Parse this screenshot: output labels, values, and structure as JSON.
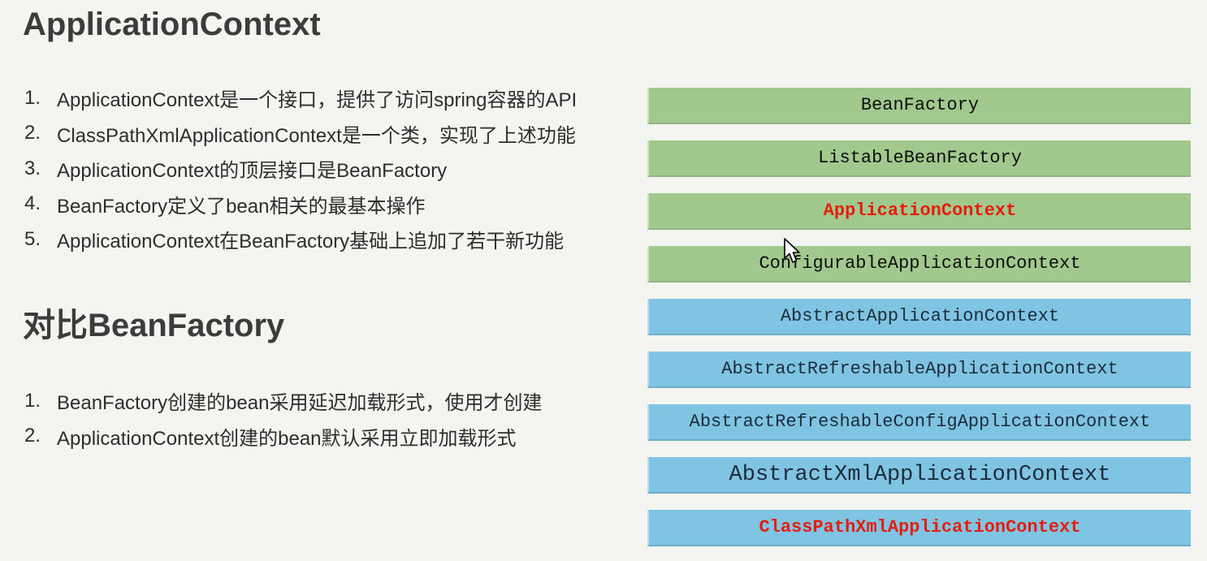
{
  "page": {
    "bg_color": "#f4f5f0"
  },
  "sections": {
    "application_context": {
      "title": "ApplicationContext",
      "items": [
        "ApplicationContext是一个接口，提供了访问spring容器的API",
        "ClassPathXmlApplicationContext是一个类，实现了上述功能",
        "ApplicationContext的顶层接口是BeanFactory",
        "BeanFactory定义了bean相关的最基本操作",
        "ApplicationContext在BeanFactory基础上追加了若干新功能"
      ]
    },
    "compare_beanfactory": {
      "title": "对比BeanFactory",
      "items": [
        "BeanFactory创建的bean采用延迟加载形式，使用才创建",
        "ApplicationContext创建的bean默认采用立即加载形式"
      ]
    }
  },
  "hierarchy": {
    "bars": [
      {
        "label": "BeanFactory",
        "group": "green",
        "emphasis": false,
        "large": false
      },
      {
        "label": "ListableBeanFactory",
        "group": "green",
        "emphasis": false,
        "large": false
      },
      {
        "label": "ApplicationContext",
        "group": "green",
        "emphasis": true,
        "large": false
      },
      {
        "label": "ConfigurableApplicationContext",
        "group": "green",
        "emphasis": false,
        "large": false
      },
      {
        "label": "AbstractApplicationContext",
        "group": "blue",
        "emphasis": false,
        "large": false
      },
      {
        "label": "AbstractRefreshableApplicationContext",
        "group": "blue",
        "emphasis": false,
        "large": false
      },
      {
        "label": "AbstractRefreshableConfigApplicationContext",
        "group": "blue",
        "emphasis": false,
        "large": false
      },
      {
        "label": "AbstractXmlApplicationContext",
        "group": "blue",
        "emphasis": false,
        "large": true
      },
      {
        "label": "ClassPathXmlApplicationContext",
        "group": "blue",
        "emphasis": true,
        "large": false
      }
    ],
    "colors": {
      "green": "#a1c98e",
      "blue": "#7fc4e2",
      "emphasis_text": "#e61c0d",
      "green_text": "#0d0d0d",
      "blue_text": "#1d2c3a",
      "background": "#f4f5f0"
    }
  }
}
